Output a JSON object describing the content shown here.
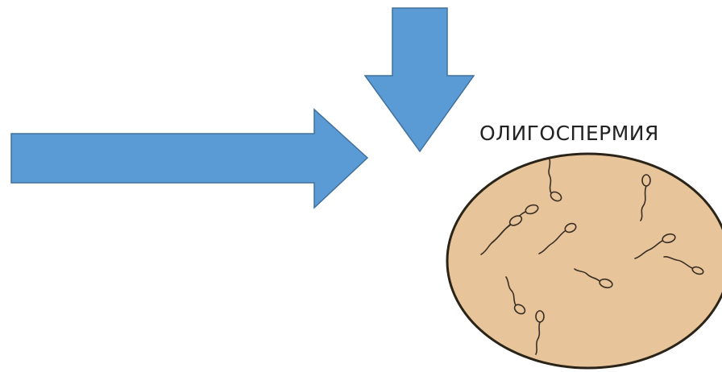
{
  "title": "ОЛИГОСПЕРМИЯ",
  "colors": {
    "arrow_fill": "#5b9bd5",
    "arrow_stroke": "#41719c",
    "dish_fill": "#e8c49a",
    "dish_stroke": "#2a2418",
    "sperm": "#3a2f24",
    "text": "#222222"
  },
  "elements": {
    "right_arrow": "arrow-right",
    "down_arrow": "arrow-down",
    "dish": "oval-sample",
    "sperm_cell_count": 10
  }
}
